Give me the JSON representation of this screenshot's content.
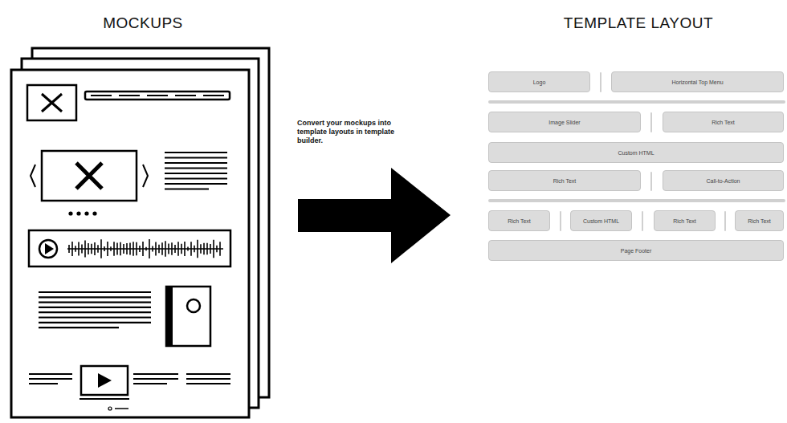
{
  "diagram": {
    "nodes": [
      {
        "text": [
          "Logo"
        ]
      },
      {
        "text": [
          "Horizontal Top Menu"
        ]
      },
      {
        "text": [
          "Image Slider"
        ]
      },
      {
        "text": [
          "Rich Text"
        ]
      },
      {
        "text": [
          "Custom HTML"
        ]
      },
      {
        "text": [
          "Rich Text"
        ]
      },
      {
        "text": [
          "Call-to-Action"
        ]
      },
      {
        "text": [
          "Rich Text"
        ]
      },
      {
        "text": [
          "Custom HTML"
        ]
      },
      {
        "text": [
          "Rich Text"
        ]
      },
      {
        "text": [
          "Rich Text"
        ]
      },
      {
        "text": [
          "Page Footer"
        ]
      }
    ],
    "labels": [
      "MOCKUPS",
      "TEMPLATE LAYOUT",
      "Convert your mockups into template layouts in template builder."
    ]
  }
}
